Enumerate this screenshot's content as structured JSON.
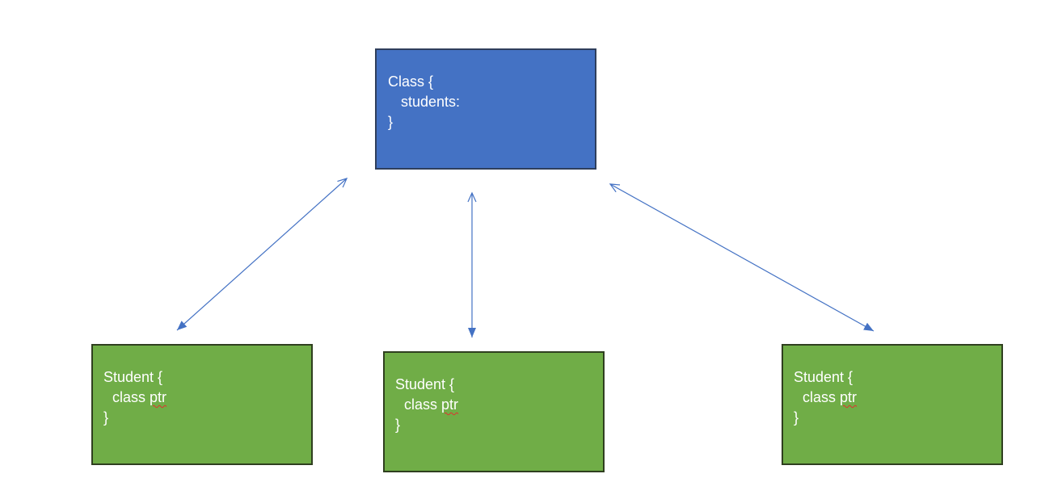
{
  "colors": {
    "class_box": "#4472c4",
    "student_box": "#70ad47",
    "arrow": "#4472c4"
  },
  "class_box": {
    "line1": "Class {",
    "line2": "students:",
    "line3": "}"
  },
  "students": [
    {
      "line1": "Student {",
      "field": "class",
      "ptr": "ptr",
      "line3": "}"
    },
    {
      "line1": "Student {",
      "field": "class",
      "ptr": "ptr",
      "line3": "}"
    },
    {
      "line1": "Student {",
      "field": "class",
      "ptr": "ptr",
      "line3": "}"
    }
  ]
}
